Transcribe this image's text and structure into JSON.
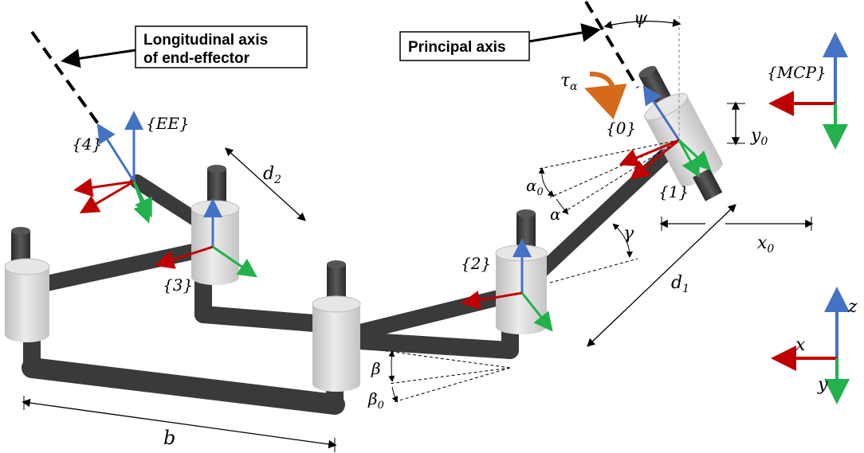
{
  "callouts": {
    "longitudinal_line1": "Longitudinal axis",
    "longitudinal_line2": "of end-effector",
    "principal": "Principal axis"
  },
  "frames": {
    "ee": "{EE}",
    "f4": "{4}",
    "f3": "{3}",
    "f2": "{2}",
    "f1": "{1}",
    "f0": "{0}",
    "mcp": "{MCP}"
  },
  "symbols": {
    "psi": "ψ",
    "tau": "τ",
    "tau_sub": "α",
    "y0": "y",
    "y0_sub": "0",
    "x0": "x",
    "x0_sub": "0",
    "d1": "d",
    "d1_sub": "1",
    "d2": "d",
    "d2_sub": "2",
    "alpha0": "α",
    "alpha0_sub": "0",
    "alpha": "α",
    "gamma": "γ",
    "beta": "β",
    "beta0": "β",
    "beta0_sub": "0",
    "b": "b"
  },
  "axes_legend": {
    "x": "x",
    "y": "y",
    "z": "z"
  },
  "colors": {
    "x_axis": "#c00000",
    "y_axis": "#22b14c",
    "z_axis": "#4472c4",
    "link": "#404040",
    "cylinder": "#d9d9d9",
    "torque_arrow": "#d46a1a"
  }
}
